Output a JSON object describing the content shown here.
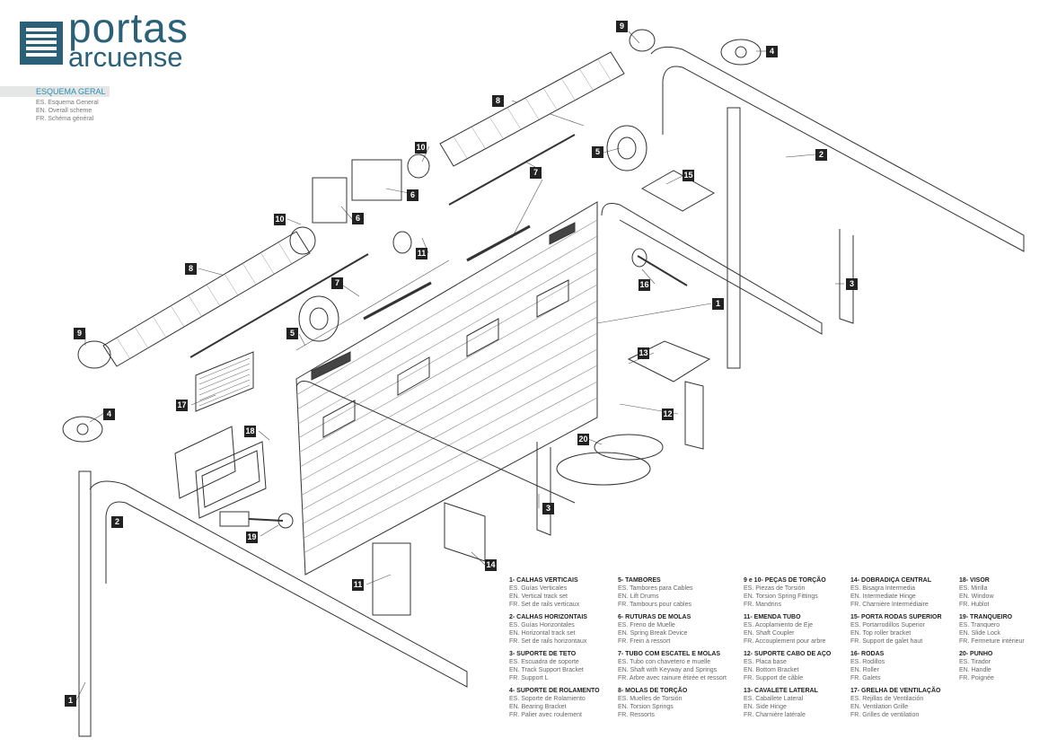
{
  "brand": {
    "line1": "portas",
    "line2": "arcuense",
    "color": "#2a6179"
  },
  "section": {
    "title": "ESQUEMA GERAL",
    "es": "ES. Esquema General",
    "en": "EN. Overall scheme",
    "fr": "FR. Schéma général",
    "title_color": "#2a8fb5"
  },
  "callouts": [
    "9",
    "4",
    "8",
    "10",
    "5",
    "6",
    "15",
    "7",
    "2",
    "11",
    "3",
    "16",
    "1",
    "13",
    "17",
    "12",
    "18",
    "20",
    "19",
    "14"
  ],
  "legend": [
    {
      "head": "1- CALHAS VERTICAIS",
      "es": "ES. Guías Verticales",
      "en": "EN. Vertical track set",
      "fr": "FR. Set de rails verticaux"
    },
    {
      "head": "2- CALHAS HORIZONTAIS",
      "es": "ES. Guías Horizontales",
      "en": "EN. Horizontal track set",
      "fr": "FR. Set de rails horizontaux"
    },
    {
      "head": "3- SUPORTE DE TETO",
      "es": "ES.  Escuadra de soporte",
      "en": "EN. Track Support Bracket",
      "fr": "FR. Support L"
    },
    {
      "head": "4- SUPORTE DE ROLAMENTO",
      "es": "ES. Soporte de Rolamiento",
      "en": "EN. Bearing Bracket",
      "fr": "FR. Palier avec roulement"
    },
    {
      "head": "5- TAMBORES",
      "es": "ES. Tambores para Cables",
      "en": "EN. Lift Drums",
      "fr": "FR. Tambours pour cables"
    },
    {
      "head": "6- RUTURAS DE MOLAS",
      "es": "ES. Freno de Muelle",
      "en": "EN. Spring Break Device",
      "fr": "FR. Frein à ressort"
    },
    {
      "head": "7- TUBO COM ESCATEL E MOLAS",
      "es": "ES. Tubo con chavetero e muelle",
      "en": "EN. Shaft with Keyway and Springs",
      "fr": "FR. Arbre avec rainure étirée et ressort"
    },
    {
      "head": "8- MOLAS DE TORÇÃO",
      "es": "ES. Muelles de Torsión",
      "en": "EN. Torsion Springs",
      "fr": "FR. Ressorts"
    },
    {
      "head": "9 e 10- PEÇAS DE TORÇÃO",
      "es": "ES. Piezas de Torsión",
      "en": "EN. Torsion Spring Fittings",
      "fr": "FR. Mandrins"
    },
    {
      "head": "11- EMENDA TUBO",
      "es": "ES. Acoplamiento de Eje",
      "en": "EN. Shaft Coupler",
      "fr": "FR. Accouplement pour arbre"
    },
    {
      "head": "12- SUPORTE CABO DE AÇO",
      "es": "ES. Placa base",
      "en": "EN. Bottom Bracket",
      "fr": "FR. Support de câble"
    },
    {
      "head": "13- CAVALETE LATERAL",
      "es": "ES. Caballete Lateral",
      "en": "EN. Side Hinge",
      "fr": "FR. Charnière latérale"
    },
    {
      "head": "14- DOBRADIÇA CENTRAL",
      "es": "ES. Bisagra Intermedia",
      "en": "EN. Intermediate Hinge",
      "fr": "FR. Charnière Intermédiaire"
    },
    {
      "head": "15- PORTA RODAS SUPERIOR",
      "es": "ES. Portarrodillos Superior",
      "en": "EN. Top roller bracket",
      "fr": "FR. Support de galet haut"
    },
    {
      "head": "16- RODAS",
      "es": "ES. Rodillos",
      "en": "EN. Roller",
      "fr": "FR. Galets"
    },
    {
      "head": "17- GRELHA DE VENTILAÇÃO",
      "es": "ES. Rejillas de Ventilación",
      "en": "EN. Ventilation Grille",
      "fr": "FR. Grilles de ventilation"
    },
    {
      "head": "18- VISOR",
      "es": "ES. Mirilla",
      "en": "EN. Window",
      "fr": "FR. Hublot"
    },
    {
      "head": "19- TRANQUEIRO",
      "es": "ES. Tranquero",
      "en": "EN. Slide Lock",
      "fr": "FR. Fermeture intérieur"
    },
    {
      "head": "20- PUNHO",
      "es": "ES. Tirador",
      "en": "EN. Handle",
      "fr": "FR. Poignée"
    }
  ]
}
